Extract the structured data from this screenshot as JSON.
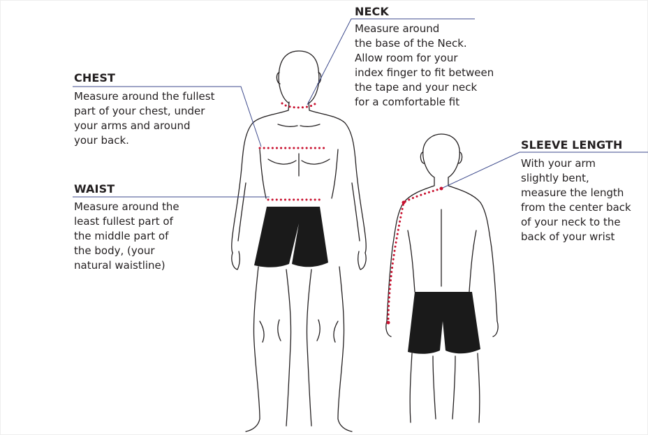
{
  "labels": {
    "neck": {
      "heading": "NECK",
      "text": "Measure around\nthe base of the Neck.\nAllow room for your\nindex finger to fit between\nthe tape and your neck\nfor a comfortable fit"
    },
    "chest": {
      "heading": "CHEST",
      "text": "Measure around the fullest\npart of your chest, under\nyour arms and around\nyour back."
    },
    "waist": {
      "heading": "WAIST",
      "text": "Measure around the\nleast fullest part of\nthe middle part  of\nthe body, (your\nnatural waistline)"
    },
    "sleeve": {
      "heading": "SLEEVE LENGTH",
      "text": "With your arm\nslightly bent,\nmeasure the length\nfrom the center back\nof your neck to the\nback of your wrist"
    }
  },
  "colors": {
    "outline": "#231f20",
    "shorts": "#1a1a1a",
    "tape": "#c8102e",
    "leader": "#3d4a8c"
  }
}
